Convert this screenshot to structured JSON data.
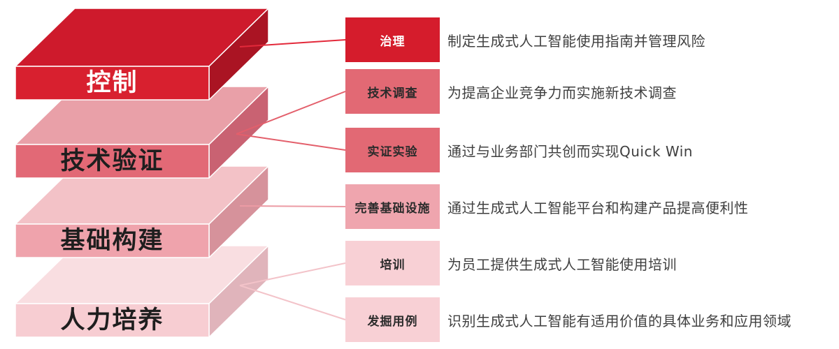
{
  "diagram": {
    "background": "#ffffff",
    "description_text_color": "#3f3f3f",
    "slabs": [
      {
        "id": "control",
        "label": "控制",
        "colors": {
          "front": "#d8202f",
          "top": "#ce1a2c",
          "side": "#aa1423",
          "label": "#ffffff"
        }
      },
      {
        "id": "tech-validation",
        "label": "技术验证",
        "colors": {
          "front": "#e26976",
          "top": "#e9a0a8",
          "side": "#c96272",
          "label": "#1e1e1e"
        }
      },
      {
        "id": "foundation",
        "label": "基础构建",
        "colors": {
          "front": "#efa3ac",
          "top": "#f3c2c7",
          "side": "#d6929b",
          "label": "#1e1e1e"
        }
      },
      {
        "id": "hr-development",
        "label": "人力培养",
        "colors": {
          "front": "#f7cdd2",
          "top": "#f9dee1",
          "side": "#e0b4bb",
          "label": "#1e1e1e"
        }
      }
    ],
    "items": [
      {
        "tag": "治理",
        "description": "制定生成式人工智能使用指南并管理风险",
        "tag_bg": "#d51c2c",
        "tag_color": "#ffffff"
      },
      {
        "tag": "技术调查",
        "description": "为提高企业竞争力而实施新技术调查",
        "tag_bg": "#e26974",
        "tag_color": "#2b2b2b"
      },
      {
        "tag": "实证实验",
        "description": "通过与业务部门共创而实现Quick Win",
        "tag_bg": "#e26974",
        "tag_color": "#2b2b2b"
      },
      {
        "tag": "完善基础设施",
        "description": "通过生成式人工智能平台和构建产品提高便利性",
        "tag_bg": "#efa5ae",
        "tag_color": "#2b2b2b"
      },
      {
        "tag": "培训",
        "description": "为员工提供生成式人工智能使用培训",
        "tag_bg": "#f8d0d5",
        "tag_color": "#2b2b2b"
      },
      {
        "tag": "发掘用例",
        "description": "识别生成式人工智能有适用价值的具体业务和应用领域",
        "tag_bg": "#f8d0d5",
        "tag_color": "#2b2b2b"
      }
    ],
    "connections": [
      {
        "from": "控制",
        "to": "治理",
        "color": "#e3293a"
      },
      {
        "from": "技术验证",
        "to": "技术调查",
        "color": "#e35f6b"
      },
      {
        "from": "技术验证",
        "to": "实证实验",
        "color": "#e35f6b"
      },
      {
        "from": "基础构建",
        "to": "完善基础设施",
        "color": "#ec9ba4"
      },
      {
        "from": "人力培养",
        "to": "培训",
        "color": "#f3c3c9"
      },
      {
        "from": "人力培养",
        "to": "发掘用例",
        "color": "#f3c3c9"
      }
    ]
  }
}
